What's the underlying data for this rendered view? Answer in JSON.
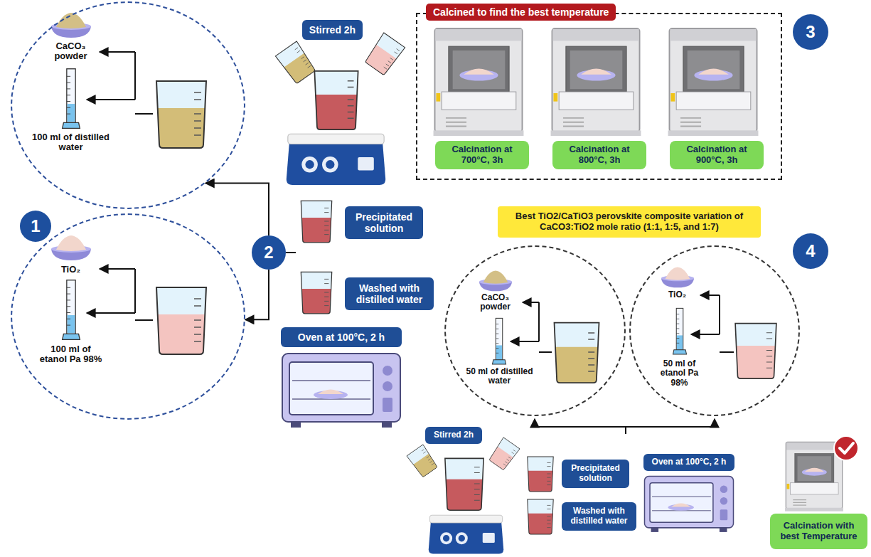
{
  "diagram": {
    "nodes": [
      {
        "text": [
          "CaCO₃ powder",
          "100 ml of distilled water"
        ]
      },
      {
        "text": [
          "1"
        ]
      },
      {
        "text": [
          "TiO₂",
          "100 ml of etanol Pa 98%"
        ]
      },
      {
        "text": [
          "Stirred 2h"
        ]
      },
      {
        "text": [
          "2"
        ]
      },
      {
        "text": [
          "Precipitated solution"
        ]
      },
      {
        "text": [
          "Washed with distilled water"
        ]
      },
      {
        "text": [
          "Oven at 100°C, 2 h"
        ]
      },
      {
        "text": [
          "Calcined to find the best temperature"
        ]
      },
      {
        "text": [
          "Calcination at 700°C, 3h"
        ],
        "in": 8
      },
      {
        "text": [
          "Calcination at 800°C, 3h"
        ],
        "in": 8
      },
      {
        "text": [
          "Calcination at 900°C, 3h"
        ],
        "in": 8
      },
      {
        "text": [
          "3"
        ]
      },
      {
        "text": [
          "Best TiO2/CaTiO3 perovskite composite variation of CaCO3:TiO2 mole ratio (1:1, 1:5, and 1:7)"
        ]
      },
      {
        "text": [
          "4"
        ]
      },
      {
        "text": [
          "CaCO₃ powder",
          "50 ml of distilled water"
        ]
      },
      {
        "text": [
          "TiO₂",
          "50 ml of etanol Pa 98%"
        ]
      },
      {
        "text": [
          "Stirred 2h"
        ]
      },
      {
        "text": [
          "Precipitated solution"
        ]
      },
      {
        "text": [
          "Washed with distilled water"
        ]
      },
      {
        "text": [
          "Oven at 100°C, 2 h"
        ]
      },
      {
        "text": [
          "Calcination with best Temperature"
        ]
      }
    ],
    "edges": [
      {
        "from": 4,
        "to": 0,
        "arrow": "to"
      },
      {
        "from": 4,
        "to": 2,
        "arrow": "to"
      }
    ]
  }
}
